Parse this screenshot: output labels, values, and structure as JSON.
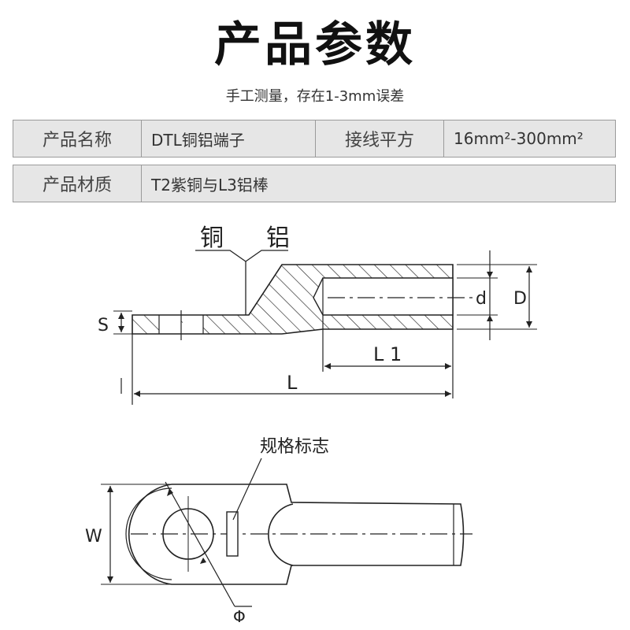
{
  "header": {
    "title": "产品参数",
    "subtitle": "手工测量，存在1-3mm误差"
  },
  "specs": {
    "row1": {
      "name_label": "产品名称",
      "name_value": "DTL铜铝端子",
      "wire_label": "接线平方",
      "wire_value": "16mm²-300mm²"
    },
    "row2": {
      "material_label": "产品材质",
      "material_value": "T2紫铜与L3铝棒"
    }
  },
  "diagram_side": {
    "label_copper": "铜",
    "label_aluminum": "铝",
    "dim_s": "S",
    "dim_d": "d",
    "dim_D": "D",
    "dim_L1": "L 1",
    "dim_L": "L"
  },
  "diagram_top": {
    "label_spec_mark": "规格标志",
    "dim_w": "W",
    "dim_phi": "Φ"
  }
}
